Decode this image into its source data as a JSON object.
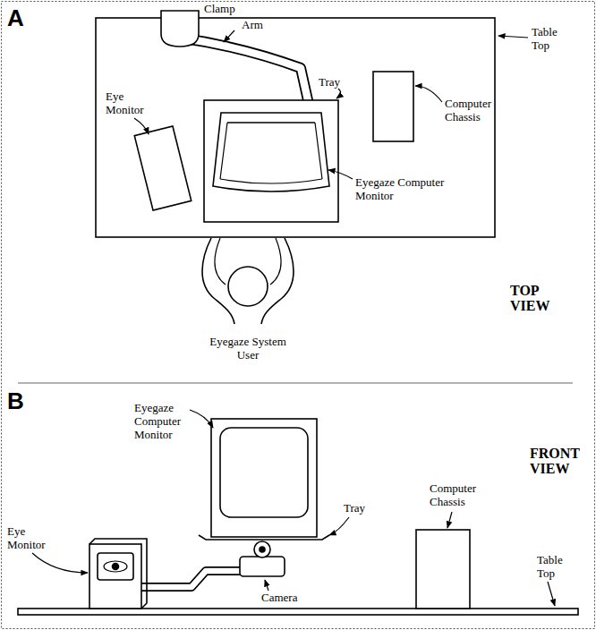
{
  "diagram": {
    "labels": [
      "A",
      "Clamp",
      "Arm",
      "Table Top",
      "Tray",
      "Eye Monitor",
      "Computer Chassis",
      "Eyegaze Computer Monitor",
      "TOP VIEW",
      "Eyegaze System User",
      "B",
      "Eyegaze Computer Monitor",
      "FRONT VIEW",
      "Tray",
      "Eye Monitor",
      "Computer Chassis",
      "Camera",
      "Table Top"
    ]
  }
}
